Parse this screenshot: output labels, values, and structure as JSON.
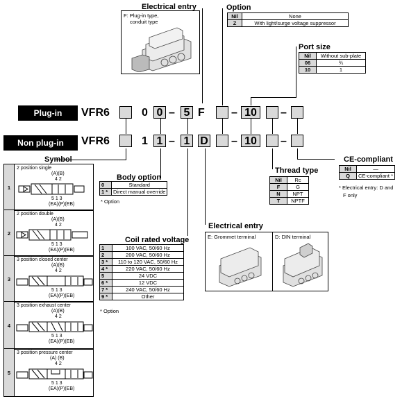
{
  "electrical_entry_top": {
    "title": "Electrical entry",
    "caption_line1": "F: Plug-in type,",
    "caption_line2": "conduit type"
  },
  "option": {
    "title": "Option",
    "rows": [
      {
        "code": "Nil",
        "desc": "None"
      },
      {
        "code": "Z",
        "desc": "With light/surge voltage suppressor"
      }
    ]
  },
  "port_size": {
    "title": "Port size",
    "rows": [
      {
        "code": "Nil",
        "desc": "Without sub-plate"
      },
      {
        "code": "06",
        "desc": "¾"
      },
      {
        "code": "10",
        "desc": "1"
      }
    ]
  },
  "part_number": {
    "plug_in": {
      "label": "Plug-in",
      "series": "VFR6",
      "fixed1": "0",
      "body": "0",
      "dash1": "–",
      "coil": "5",
      "entry": "F",
      "dash2": "–",
      "port": "10",
      "dash3": "–"
    },
    "non_plug_in": {
      "label": "Non plug-in",
      "series": "VFR6",
      "fixed1": "1",
      "body": "1",
      "dash1": "–",
      "coil": "1",
      "entry": "D",
      "dash2": "–",
      "port": "10",
      "dash3": "–"
    }
  },
  "symbol": {
    "title": "Symbol",
    "items": [
      {
        "num": "1",
        "title": "2 position single",
        "top": "(A)(B)",
        "top_nums": "4   2",
        "bot_nums": "5   1   3",
        "bot": "(EA)(P)(EB)"
      },
      {
        "num": "2",
        "title": "2 position double",
        "top": "(A)(B)",
        "top_nums": "4   2",
        "bot_nums": "5   1   3",
        "bot": "(EA)(P)(EB)"
      },
      {
        "num": "3",
        "title": "3 position closed center",
        "top": "(A)(B)",
        "top_nums": "4   2",
        "bot_nums": "5   1   3",
        "bot": "(EA)(P)(EB)"
      },
      {
        "num": "4",
        "title": "3 position exhaust center",
        "top": "(A)(B)",
        "top_nums": "4   2",
        "bot_nums": "5   1   3",
        "bot": "(EA)(P)(EB)"
      },
      {
        "num": "5",
        "title": "3 position pressure center",
        "top": "(A) (B)",
        "top_nums": "4   2",
        "bot_nums": "5   1   3",
        "bot": "(EA)(P)(EB)"
      }
    ]
  },
  "body_option": {
    "title": "Body option",
    "rows": [
      {
        "code": "0",
        "desc": "Standard"
      },
      {
        "code": "1 *",
        "desc": "Direct manual override"
      }
    ],
    "note": "* Option"
  },
  "coil_voltage": {
    "title": "Coil rated voltage",
    "rows": [
      {
        "code": "1",
        "desc": "100 VAC, 50/60 Hz"
      },
      {
        "code": "2",
        "desc": "200 VAC, 50/60 Hz"
      },
      {
        "code": "3 *",
        "desc": "110 to 120 VAC, 50/60 Hz"
      },
      {
        "code": "4 *",
        "desc": "220 VAC, 50/60 Hz"
      },
      {
        "code": "5",
        "desc": "24 VDC"
      },
      {
        "code": "6 *",
        "desc": "12 VDC"
      },
      {
        "code": "7 *",
        "desc": "240 VAC, 50/60 Hz"
      },
      {
        "code": "9 *",
        "desc": "Other"
      }
    ],
    "note": "* Option"
  },
  "thread_type": {
    "title": "Thread type",
    "rows": [
      {
        "code": "Nil",
        "desc": "Rc"
      },
      {
        "code": "F",
        "desc": "G"
      },
      {
        "code": "N",
        "desc": "NPT"
      },
      {
        "code": "T",
        "desc": "NPTF"
      }
    ]
  },
  "ce_compliant": {
    "title": "CE-compliant",
    "rows": [
      {
        "code": "Nil",
        "desc": "—"
      },
      {
        "code": "Q",
        "desc": "CE-compliant *"
      }
    ],
    "note_line1": "* Electrical entry: D and",
    "note_line2": "F only"
  },
  "electrical_entry_bottom": {
    "title": "Electrical entry",
    "left_caption": "E: Grommet terminal",
    "right_caption": "D: DIN terminal"
  }
}
